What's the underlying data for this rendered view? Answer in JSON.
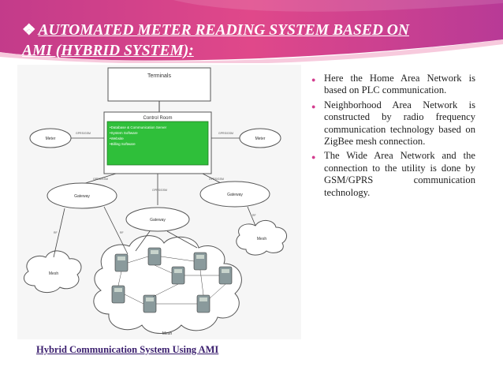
{
  "slide": {
    "title_line1": "AUTOMATED  METER READING  SYSTEM  BASED  ON",
    "title_line2": "AMI (HYBRID SYSTEM):",
    "bullets": [
      "Here the Home Area Network is based on PLC communication.",
      "Neighborhood Area Network is constructed by radio frequency communication technology based on ZigBee mesh connection.",
      "The Wide Area Network and the connection to the utility is done by GSM/GPRS communication technology."
    ],
    "caption": "Hybrid Communication System Using AMI"
  },
  "diagram": {
    "terminals": "Terminals",
    "control_room": "Control Room",
    "control_room_items": [
      "•Database & Communication Server",
      "•System Software",
      "•Website",
      "•Billing Software"
    ],
    "meter_left": "Meter",
    "meter_right": "Meter",
    "gateway_left": "Gateway",
    "gateway_right": "Gateway",
    "gateway_center": "Gateway",
    "mesh_left": "Mesh",
    "mesh_right": "Mesh",
    "mesh_bottom": "Mesh",
    "link_gprs_gsm": "GPRS/GSM",
    "link_rf": "RF"
  },
  "colors": {
    "banner_pink": "#d8387f",
    "banner_purple": "#8b3a9a",
    "bullet_marker": "#d33d8f",
    "control_room_green": "#2fbf3a",
    "caption": "#3a1e6e"
  }
}
